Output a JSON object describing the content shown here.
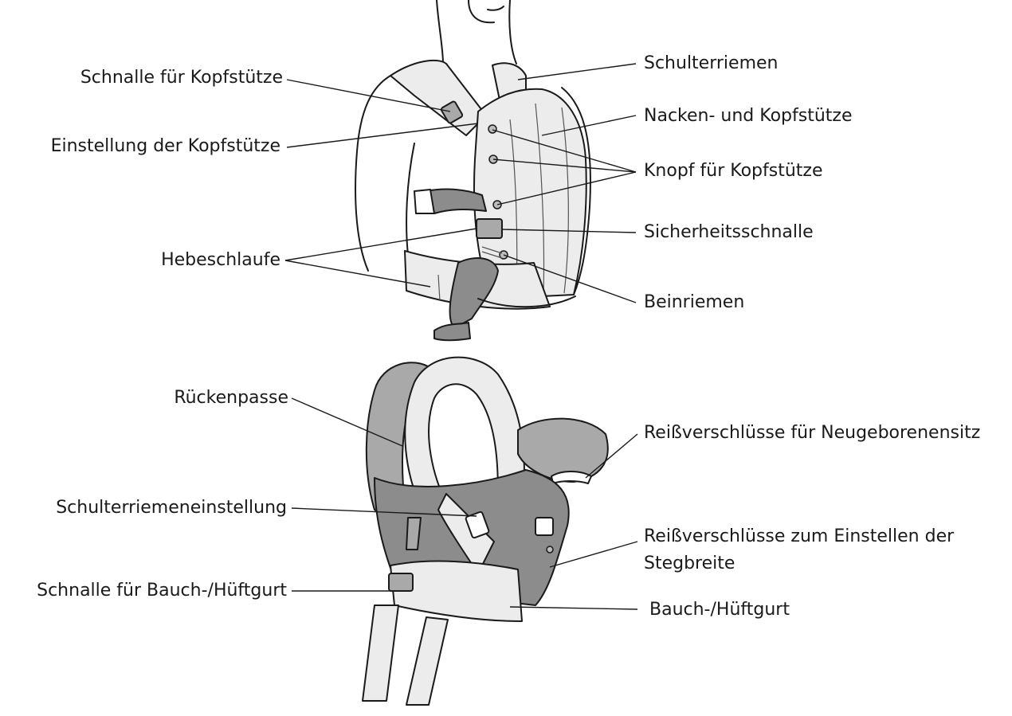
{
  "labels": {
    "schnalle_kopfstuetze": "Schnalle für Kopfstütze",
    "einstellung_kopfstuetze": "Einstellung der Kopfstütze",
    "hebeschlaufe": "Hebeschlaufe",
    "schulterriemen": "Schulterriemen",
    "nacken_kopfstuetze": "Nacken- und Kopfstütze",
    "knopf_kopfstuetze": "Knopf für Kopfstütze",
    "sicherheitsschnalle": "Sicherheitsschnalle",
    "beinriemen": "Beinriemen",
    "rueckenpasse": "Rückenpasse",
    "reissverschluesse_neugeborenensitz": "Reißverschlüsse für Neugeborenensitz",
    "schulterriemeneinstellung": "Schulterriemeneinstellung",
    "reissverschluesse_stegbreite_1": "Reißverschlüsse zum Einstellen der",
    "reissverschluesse_stegbreite_2": "Stegbreite",
    "schnalle_bauchgurt": "Schnalle für Bauch-/Hüftgurt",
    "bauchgurt": "Bauch-/Hüftgurt"
  }
}
